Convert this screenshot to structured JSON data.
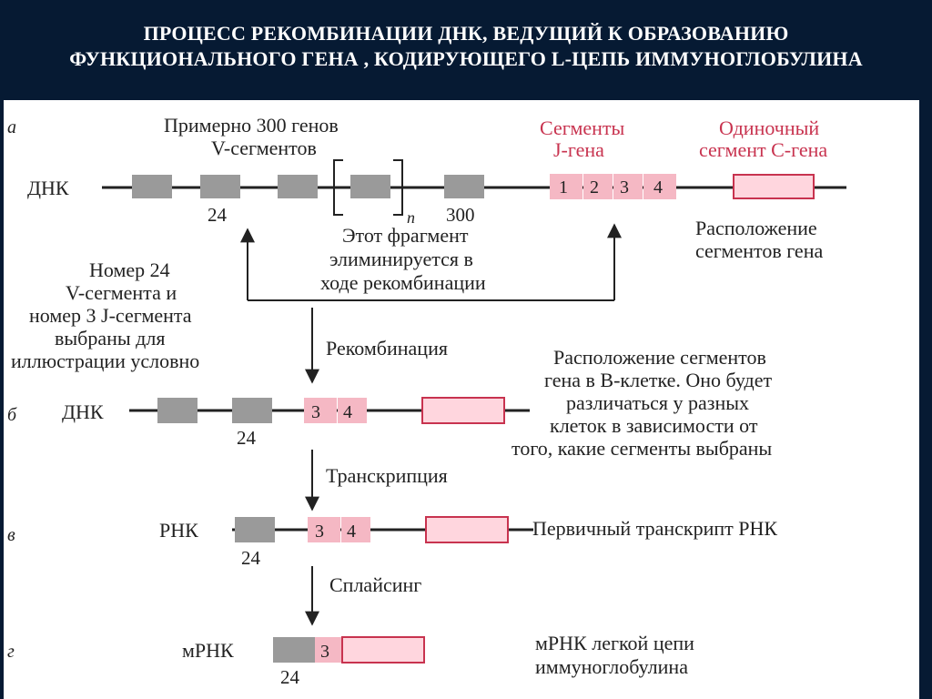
{
  "title": {
    "line1": "ПРОЦЕСС РЕКОМБИНАЦИИ ДНК, ВЕДУЩИЙ К ОБРАЗОВАНИЮ",
    "line2": "ФУНКЦИОНАЛЬНОГО ГЕНА , КОДИРУЮЩЕГО L-ЦЕПЬ ИММУНОГЛОБУЛИНА"
  },
  "rows": {
    "a": {
      "letter": "а",
      "label": "ДНК"
    },
    "b": {
      "letter": "б",
      "label": "ДНК"
    },
    "v": {
      "letter": "в",
      "label": "РНК"
    },
    "g": {
      "letter": "г",
      "label": "мРНК"
    }
  },
  "labels": {
    "v_title_1": "Примерно 300 генов",
    "v_title_2": "V-сегментов",
    "j_title_1": "Сегменты",
    "j_title_2": "J-гена",
    "c_title_1": "Одиночный",
    "c_title_2": "сегмент С-гена",
    "num_24": "24",
    "num_n": "n",
    "num_300": "300",
    "eliminated_1": "Этот фрагмент",
    "eliminated_2": "элиминируется в",
    "eliminated_3": "ходе рекомбинации",
    "arrangement_1": "Расположение",
    "arrangement_2": "сегментов гена",
    "note_1": "Номер 24",
    "note_2": "V-сегмента и",
    "note_3": "номер 3 J-сегмента",
    "note_4": "выбраны для",
    "note_5": "иллюстрации условно",
    "bcell_1": "Расположение сегментов",
    "bcell_2": "гена в В-клетке. Оно будет",
    "bcell_3": "различаться у разных",
    "bcell_4": "клеток в зависимости от",
    "bcell_5": "того, какие сегменты выбраны",
    "primary_transcript": "Первичный транскрипт РНК",
    "mrna_1": "мРНК легкой цепи",
    "mrna_2": "иммуноглобулина"
  },
  "steps": {
    "recombination": "Рекомбинация",
    "transcription": "Транскрипция",
    "splicing": "Сплайсинг"
  },
  "j_segments": [
    "1",
    "2",
    "3",
    "4"
  ],
  "colors": {
    "header_bg": "#061a33",
    "v_segment": "#9a9a9a",
    "j_segment": "#f5b8c4",
    "c_segment": "#ffd6de",
    "c_border": "#c8334f",
    "j_title": "#c8334f"
  }
}
